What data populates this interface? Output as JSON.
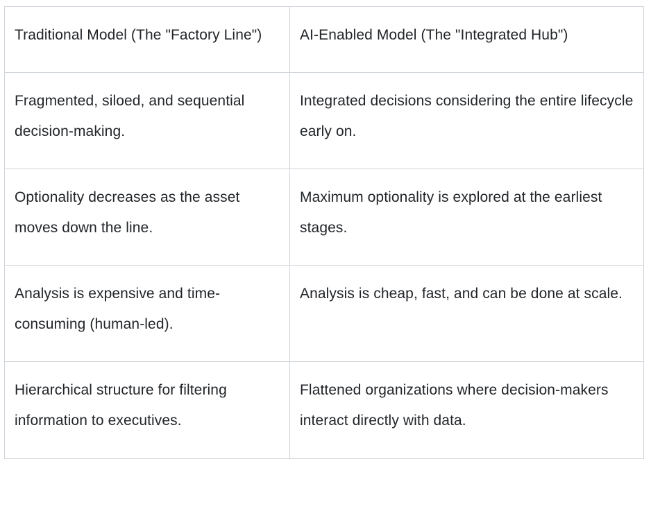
{
  "table": {
    "columns": [
      {
        "key": "traditional",
        "header": "Traditional Model (The \"Factory Line\")"
      },
      {
        "key": "ai_enabled",
        "header": "AI-Enabled Model (The \"Integrated Hub\")"
      }
    ],
    "rows": [
      {
        "traditional": "Fragmented, siloed, and sequential decision-making.",
        "ai_enabled": "Integrated decisions considering the entire lifecycle early on."
      },
      {
        "traditional": "Optionality decreases as the asset moves down the line.",
        "ai_enabled": "Maximum optionality is explored at the earliest stages."
      },
      {
        "traditional": "Analysis is expensive and time-consuming (human-led).",
        "ai_enabled": "Analysis is cheap, fast, and can be done at scale."
      },
      {
        "traditional": "Hierarchical structure for filtering information to executives.",
        "ai_enabled": "Flattened organizations where decision-makers interact directly with data."
      }
    ]
  },
  "style": {
    "border_color": "#ced4da",
    "text_color": "#212529",
    "background_color": "#ffffff"
  }
}
